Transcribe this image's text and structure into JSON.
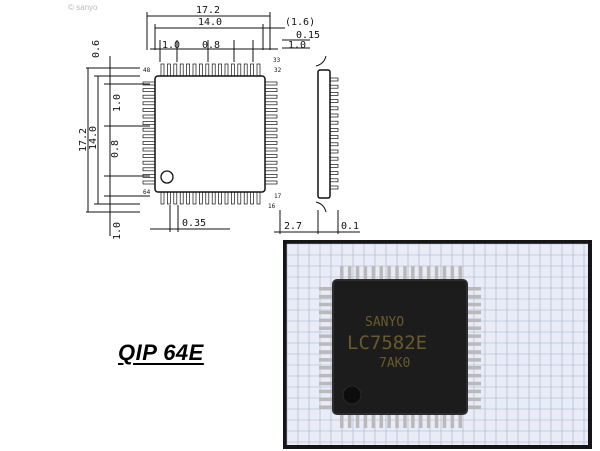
{
  "drawing": {
    "top_dims": {
      "outer": "17.2",
      "body": "14.0",
      "lead_extra": "(1.6)",
      "lead_thickness": "0.15",
      "pitch_left": "1.0",
      "pitch": "0.8",
      "pitch_right": "1.0"
    },
    "left_dims": {
      "top_offset": "0.6",
      "pitch_top": "1.0",
      "outer": "17.2",
      "body": "14.0",
      "pitch": "0.8",
      "pitch_bottom": "1.0"
    },
    "bottom_dims": {
      "lead_width": "0.35",
      "height": "2.7",
      "standoff": "0.1"
    },
    "pin_labels": {
      "pin_top_left": "48",
      "pin_top_right": "33",
      "pin_right_top": "32",
      "pin_left_bottom": "64",
      "pin_bottom_right": "17",
      "pin_bottom_right_end": "16"
    },
    "watermark": "© sanyo"
  },
  "caption": "QIP 64E",
  "chip": {
    "brand": "SANYO",
    "part_number": "LC7582E",
    "lot_code": "7AK0"
  },
  "colors": {
    "line": "#111111",
    "chip_body": "#1c1c1c",
    "chip_marking": "#7c6a2e",
    "grid_bg": "#e9ecf6",
    "grid_line": "#a6b0d0",
    "lead": "#b9b9b9"
  }
}
